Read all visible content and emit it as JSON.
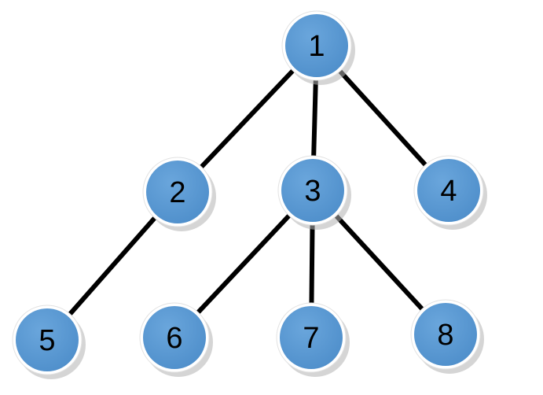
{
  "diagram": {
    "nodes": [
      {
        "id": "1",
        "label": "1"
      },
      {
        "id": "2",
        "label": "2"
      },
      {
        "id": "3",
        "label": "3"
      },
      {
        "id": "4",
        "label": "4"
      },
      {
        "id": "5",
        "label": "5"
      },
      {
        "id": "6",
        "label": "6"
      },
      {
        "id": "7",
        "label": "7"
      },
      {
        "id": "8",
        "label": "8"
      }
    ],
    "edges": [
      {
        "from": "1",
        "to": "2"
      },
      {
        "from": "1",
        "to": "3"
      },
      {
        "from": "1",
        "to": "4"
      },
      {
        "from": "2",
        "to": "5"
      },
      {
        "from": "3",
        "to": "6"
      },
      {
        "from": "3",
        "to": "7"
      },
      {
        "from": "3",
        "to": "8"
      }
    ],
    "colors": {
      "node_fill": "#5b9bd5",
      "node_border": "#ffffff",
      "edge": "#000000",
      "label": "#000000"
    }
  }
}
